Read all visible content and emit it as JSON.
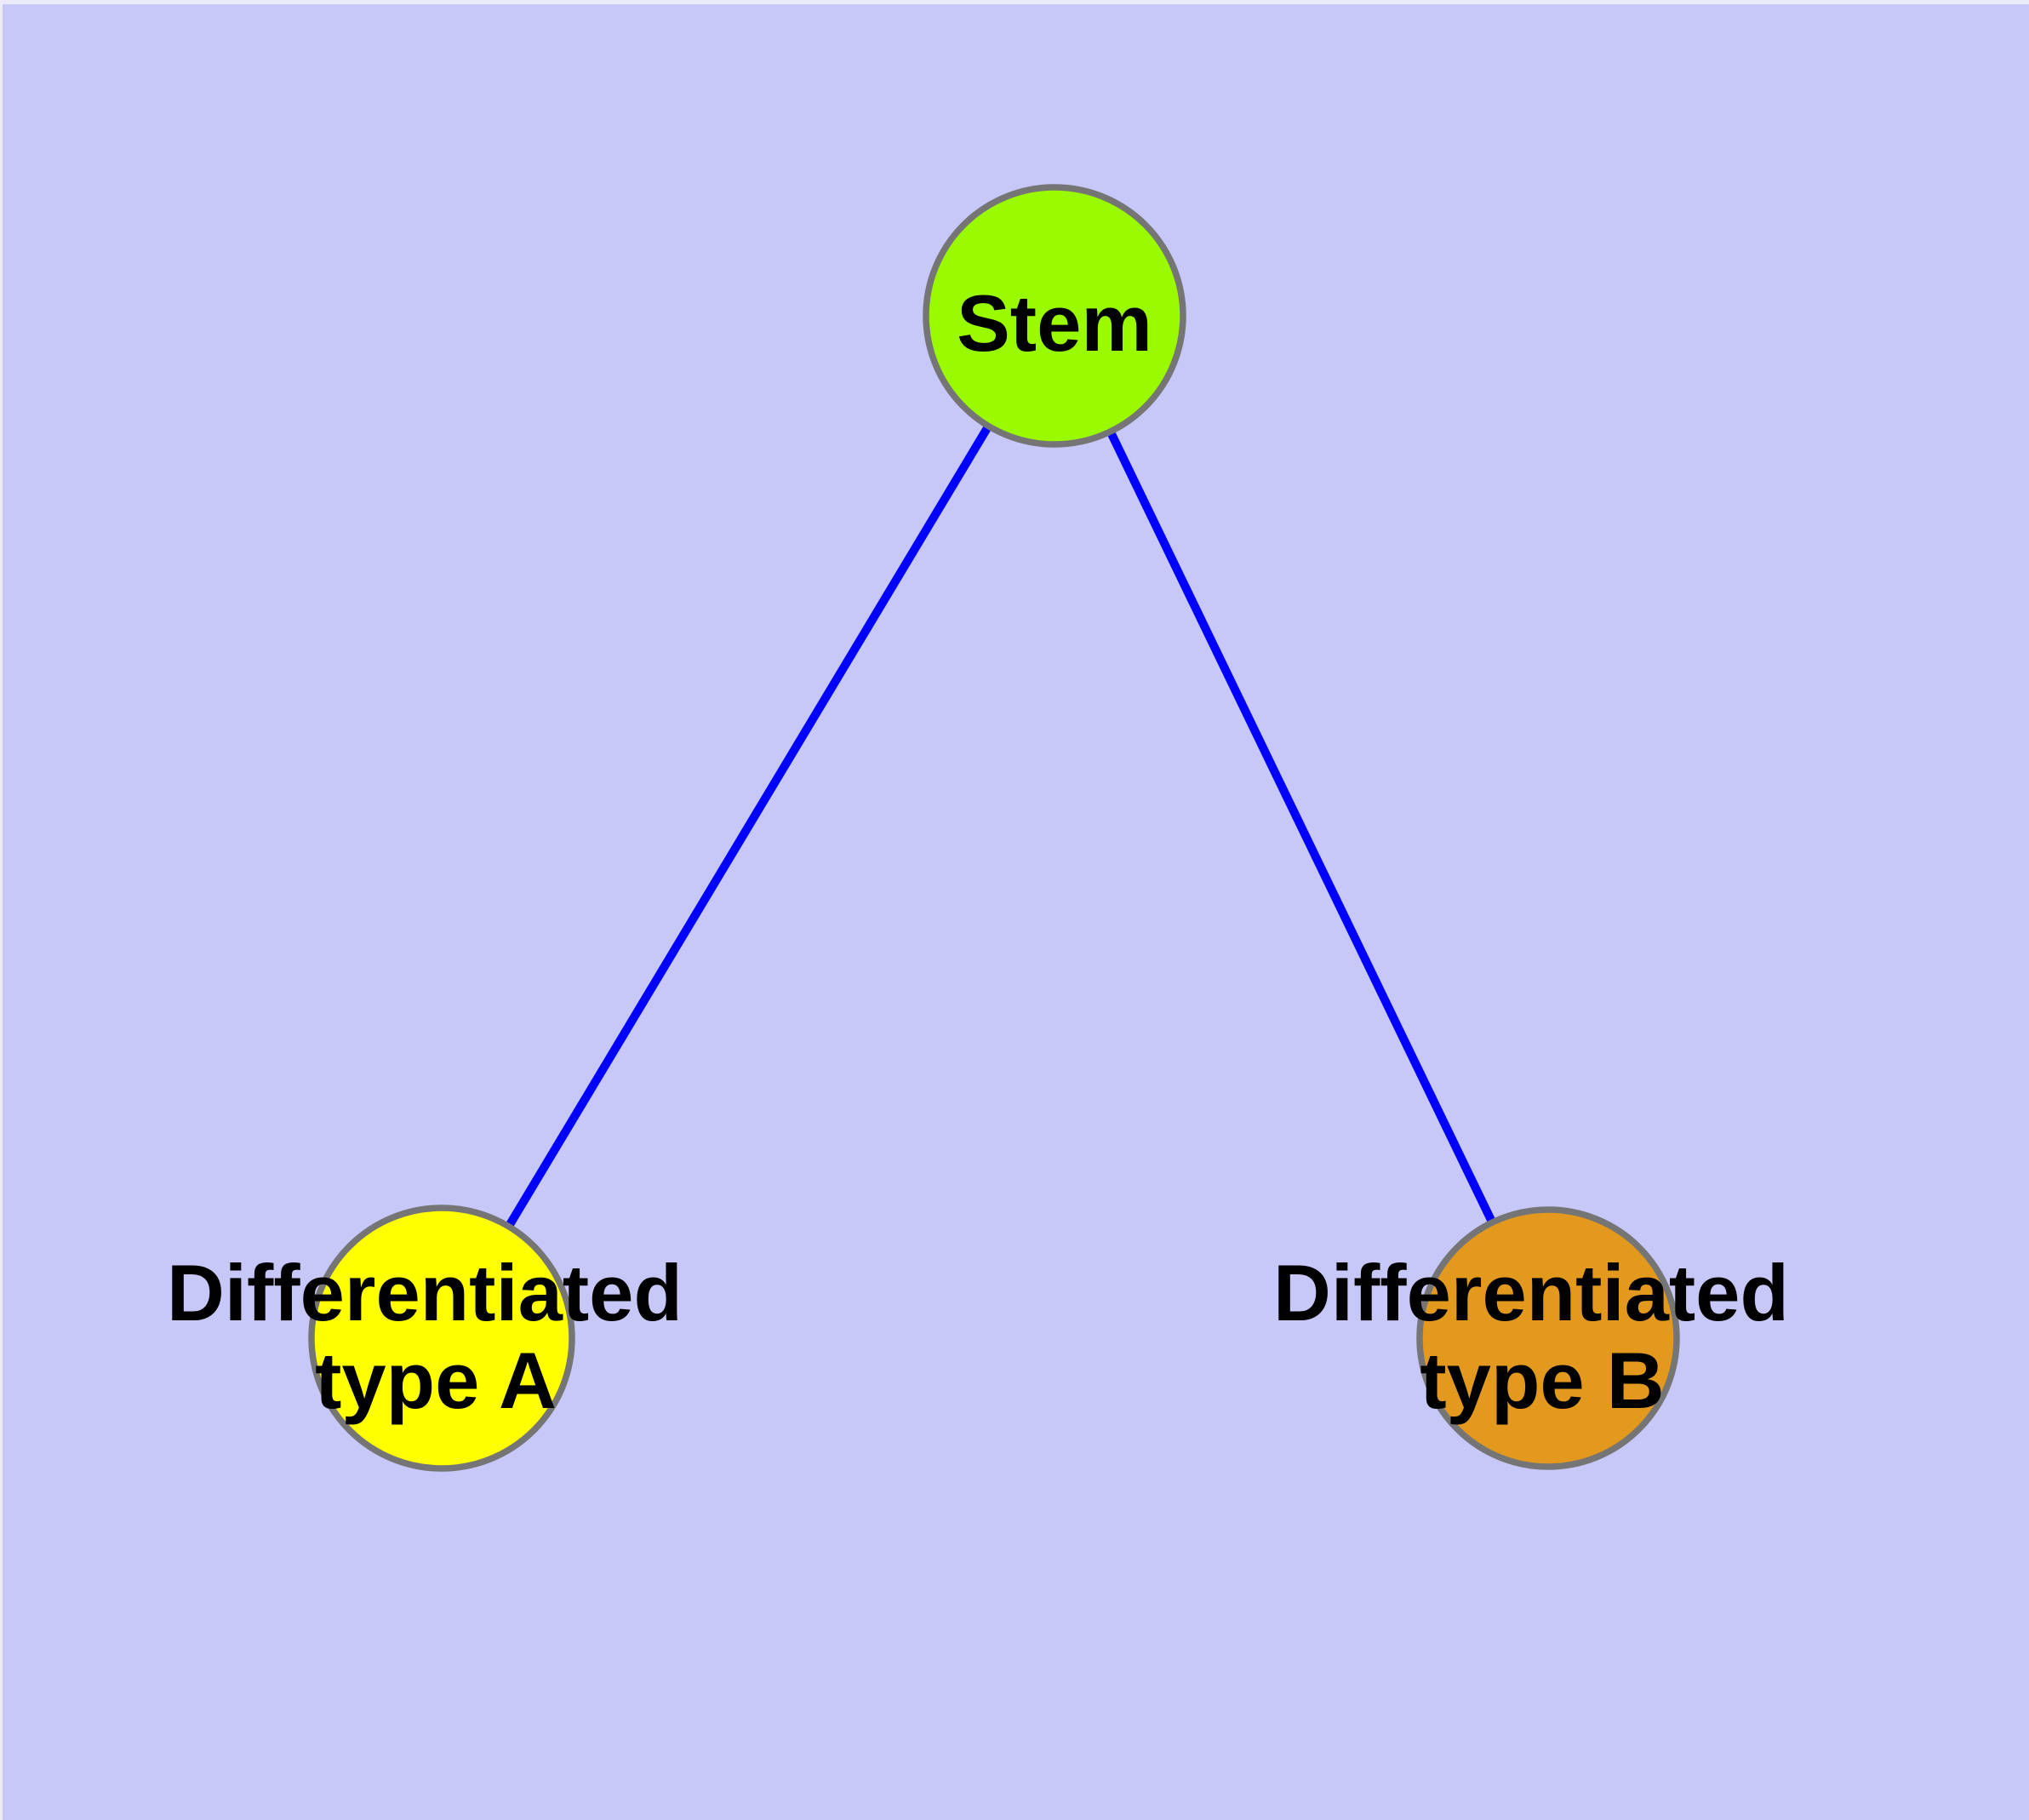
{
  "diagram": {
    "background_color": "#C8C8F8",
    "frame_highlight_color": "#EAEAF9",
    "edge_color": "#0000FF",
    "node_border_color": "#757575",
    "label_color": "#000000",
    "nodes": [
      {
        "id": "stem",
        "label": "Stem",
        "color": "#9AFA00"
      },
      {
        "id": "differentiated-type-a",
        "label": "Differentiated type A",
        "label_lines": [
          "Differentiated",
          "type A"
        ],
        "color": "#FFFF00"
      },
      {
        "id": "differentiated-type-b",
        "label": "Differentiated type B",
        "label_lines": [
          "Differentiated",
          "type B"
        ],
        "color": "#E2991E"
      }
    ],
    "edges": [
      {
        "from": "stem",
        "to": "differentiated-type-a"
      },
      {
        "from": "stem",
        "to": "differentiated-type-b"
      }
    ]
  }
}
